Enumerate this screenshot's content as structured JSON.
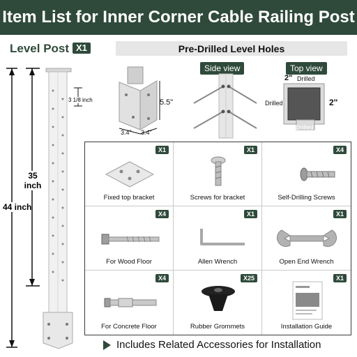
{
  "header": {
    "title": "Item List for Inner Corner Cable Railing Post"
  },
  "level_post": {
    "title": "Level Post",
    "qty": "X1",
    "height_total": "44 inch",
    "height_inner": "35 inch",
    "spacing": "3 1/8 inch"
  },
  "holes": {
    "title": "Pre-Drilled Level Holes",
    "height": "5.5\"",
    "width_left": "3.4\"",
    "width_right": "3.4\"",
    "side_view": "Side view",
    "top_view": "Top view",
    "top_dim_top": "2\"",
    "top_dim_right": "2\"",
    "drilled_top": "Drilled",
    "drilled_left": "Drilled",
    "drilled_bottom": "Drilled"
  },
  "items": [
    {
      "label": "Fixed top bracket",
      "qty": "X1",
      "icon": "bracket-icon"
    },
    {
      "label": "Screws for bracket",
      "qty": "X1",
      "icon": "screw-icon"
    },
    {
      "label": "Self-Drilling Screws",
      "qty": "X4",
      "icon": "drill-screw-icon"
    },
    {
      "label": "For Wood Floor",
      "qty": "X4",
      "icon": "lag-screw-icon"
    },
    {
      "label": "Allen Wrench",
      "qty": "X1",
      "icon": "allen-wrench-icon"
    },
    {
      "label": "Open End Wrench",
      "qty": "X1",
      "icon": "open-end-wrench-icon"
    },
    {
      "label": "For Concrete Floor",
      "qty": "X4",
      "icon": "anchor-bolt-icon"
    },
    {
      "label": "Rubber Grommets",
      "qty": "X25",
      "icon": "grommet-icon"
    },
    {
      "label": "Installation Guide",
      "qty": "X1",
      "icon": "guide-booklet-icon"
    }
  ],
  "footer": {
    "text": "Includes Related Accessories for Installation"
  }
}
